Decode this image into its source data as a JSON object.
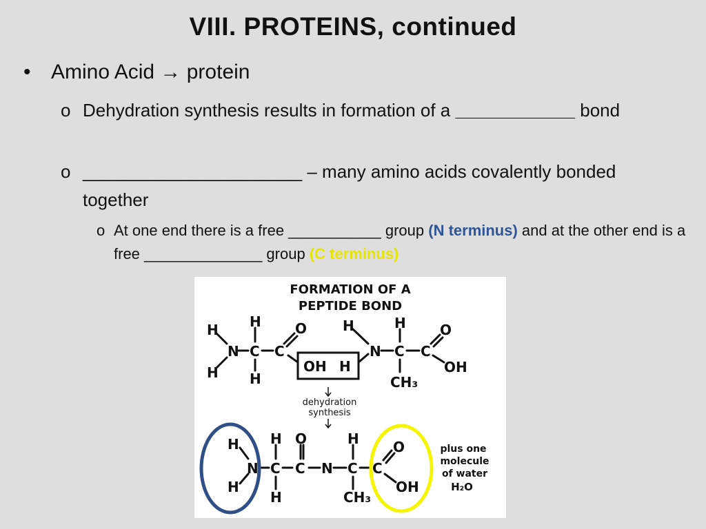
{
  "slide": {
    "title": "VIII.  PROTEINS, continued",
    "bullet1": {
      "marker": "•",
      "text": "Amino Acid  →  protein"
    },
    "sub1": {
      "marker": "o",
      "text_before": "Dehydration synthesis results in formation of a ",
      "blank": "____________",
      "text_after": " bond"
    },
    "sub2": {
      "marker": "o",
      "blank": "______________________",
      "text_after": " – many amino acids covalently bonded together"
    },
    "subsub": {
      "marker": "o",
      "part1": "At one end there is a free ___________ group ",
      "n_terminus": "(N terminus)",
      "part2": " and at the other end is a free ______________ group ",
      "c_terminus": "(C terminus)"
    },
    "figure": {
      "heading_line1": "FORMATION OF A",
      "heading_line2": "PEPTIDE BOND",
      "dehydration_line1": "dehydration",
      "dehydration_line2": "synthesis",
      "water_line1": "plus one",
      "water_line2": "molecule",
      "water_line3": "of water",
      "water_formula": "H₂O",
      "atoms": {
        "H": "H",
        "N": "N",
        "C": "C",
        "O": "O",
        "OH": "OH",
        "CH3": "CH₃"
      },
      "colors": {
        "n_circle": "#2f4f86",
        "c_circle": "#f5f500"
      }
    },
    "colors": {
      "background": "#dedede",
      "n_terminus": "#2f5597",
      "c_terminus": "#e6e600"
    }
  }
}
